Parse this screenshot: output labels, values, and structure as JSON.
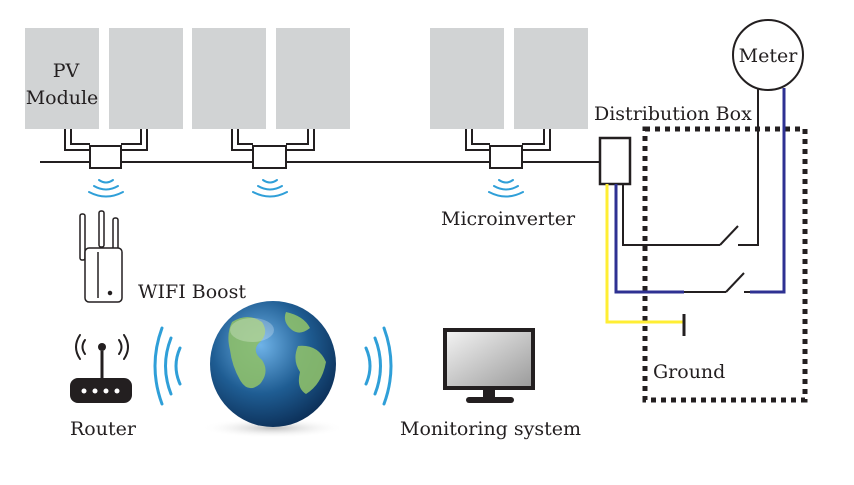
{
  "labels": {
    "pv_module_line1": "PV",
    "pv_module_line2": "Module",
    "microinverter": "Microinverter",
    "wifi_boost": "WIFI Boost",
    "router": "Router",
    "monitoring_system": "Monitoring system",
    "distribution_box": "Distribution Box",
    "meter": "Meter",
    "ground": "Ground"
  },
  "colors": {
    "panel": "#d1d3d4",
    "line": "#231f20",
    "wifi_signal": "#2f9fd8",
    "live_wire": "#ffee33",
    "neutral_wire": "#2e3192",
    "globe_ocean": "#1f5d93",
    "globe_land": "#8dbf6a"
  }
}
